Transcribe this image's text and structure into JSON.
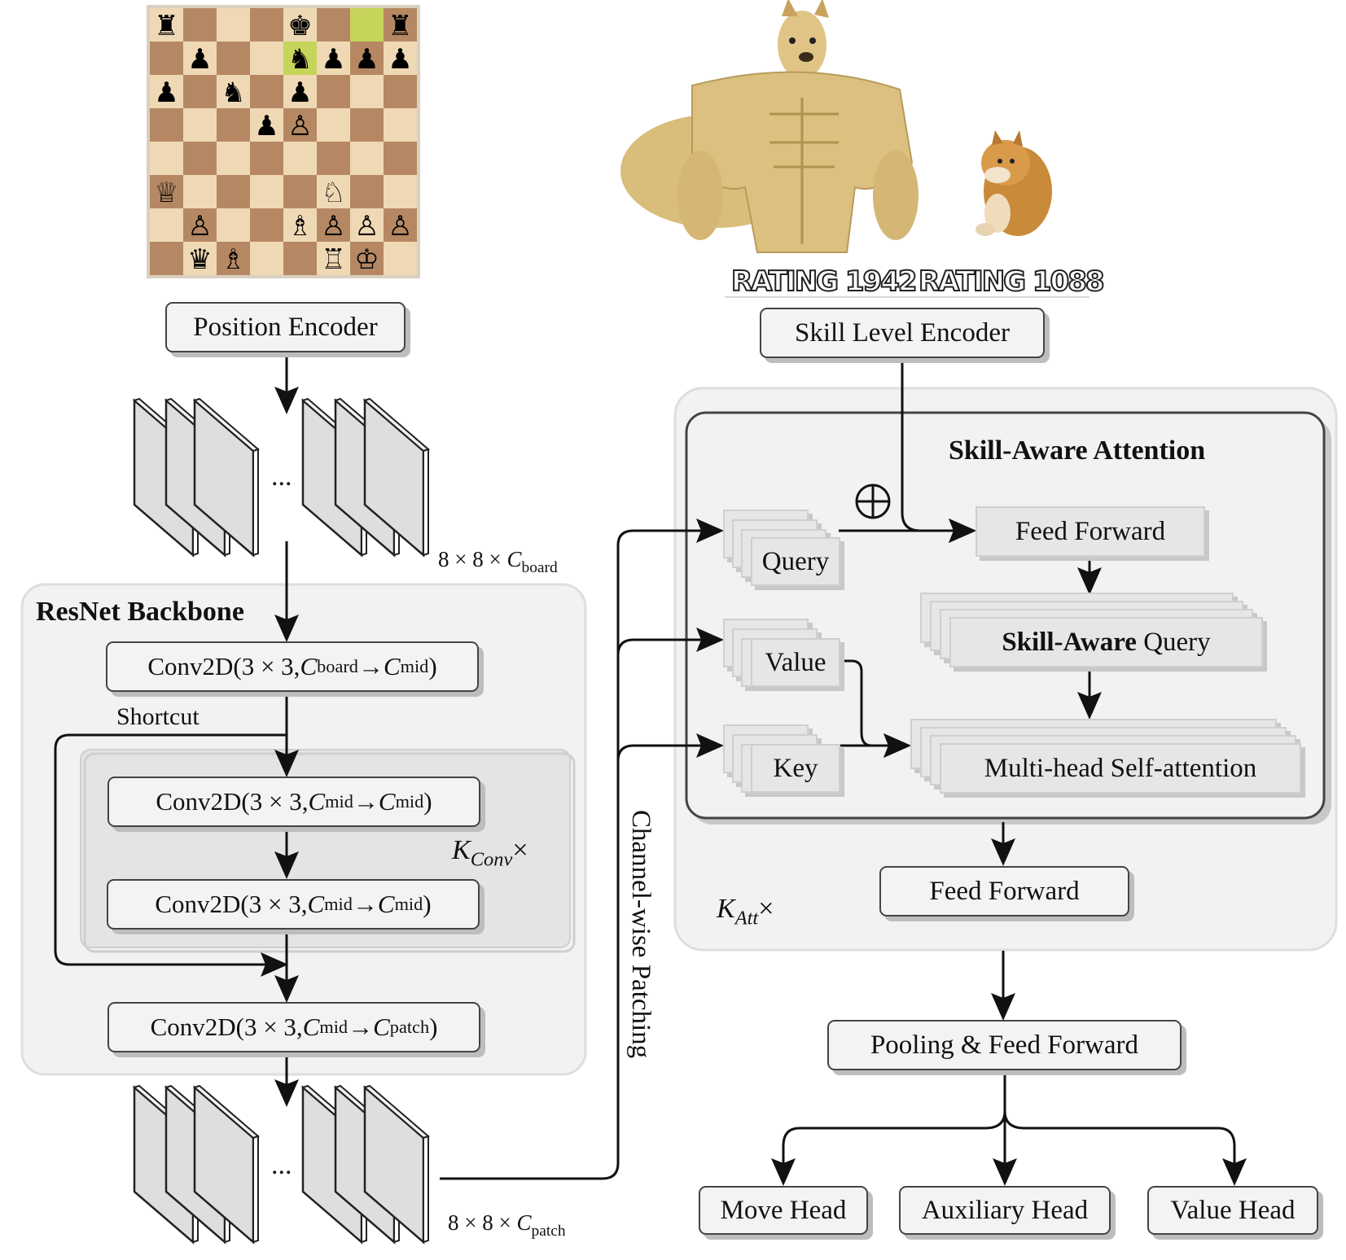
{
  "images": {
    "chess_board": {
      "description_icon": "chessboard-icon"
    },
    "big_dog": {
      "description_icon": "muscular-doge-icon"
    },
    "small_dog": {
      "description_icon": "sitting-cheems-icon"
    }
  },
  "ratings": {
    "left": "RATING 1942",
    "right": "RATING 1088"
  },
  "encoders": {
    "position": "Position Encoder",
    "skill": "Skill Level Encoder"
  },
  "resnet": {
    "title": "ResNet Backbone",
    "shortcut": "Shortcut",
    "repeat_prefix": "K",
    "repeat_sub": "Conv",
    "repeat_suffix": "×",
    "conv1": {
      "prefix": "Conv2D(3 × 3, ",
      "c1": "C",
      "c1_sub": "board",
      "arrow": " → ",
      "c2": "C",
      "c2_sub": "mid",
      "suffix": ")"
    },
    "conv2": {
      "prefix": "Conv2D(3 × 3, ",
      "c1": "C",
      "c1_sub": "mid",
      "arrow": " → ",
      "c2": "C",
      "c2_sub": "mid",
      "suffix": ")"
    },
    "conv3": {
      "prefix": "Conv2D(3 × 3, ",
      "c1": "C",
      "c1_sub": "mid",
      "arrow": " → ",
      "c2": "C",
      "c2_sub": "mid",
      "suffix": ")"
    },
    "conv4": {
      "prefix": "Conv2D(3 × 3, ",
      "c1": "C",
      "c1_sub": "mid",
      "arrow": " → ",
      "c2": "C",
      "c2_sub": "patch",
      "suffix": ")"
    }
  },
  "feature_maps": {
    "ellipsis": "...",
    "top_dim_prefix": "8 × 8 × ",
    "top_dim_c": "C",
    "top_dim_sub": "board",
    "bottom_dim_prefix": "8 × 8 × ",
    "bottom_dim_c": "C",
    "bottom_dim_sub": "patch"
  },
  "patching_label": "Channel-wise Patching",
  "attention": {
    "title": "Skill-Aware Attention",
    "oplus": "⊕",
    "query": "Query",
    "value": "Value",
    "key": "Key",
    "feed_forward_inner": "Feed Forward",
    "skill_query_bold": "Skill-Aware",
    "skill_query_rest": " Query",
    "mhsa": "Multi-head Self-attention",
    "repeat_prefix": "K",
    "repeat_sub": "Att",
    "repeat_suffix": "×"
  },
  "feed_forward_outer": "Feed Forward",
  "pooling": "Pooling & Feed Forward",
  "heads": {
    "move": "Move Head",
    "aux": "Auxiliary Head",
    "value": "Value Head"
  },
  "colors": {
    "board_light": "#efd9b4",
    "board_dark": "#b58863",
    "highlight": "#c7d45a",
    "panel": "#f2f2f2",
    "inner_panel": "#e4e4e4",
    "dog": "#d8b976"
  }
}
